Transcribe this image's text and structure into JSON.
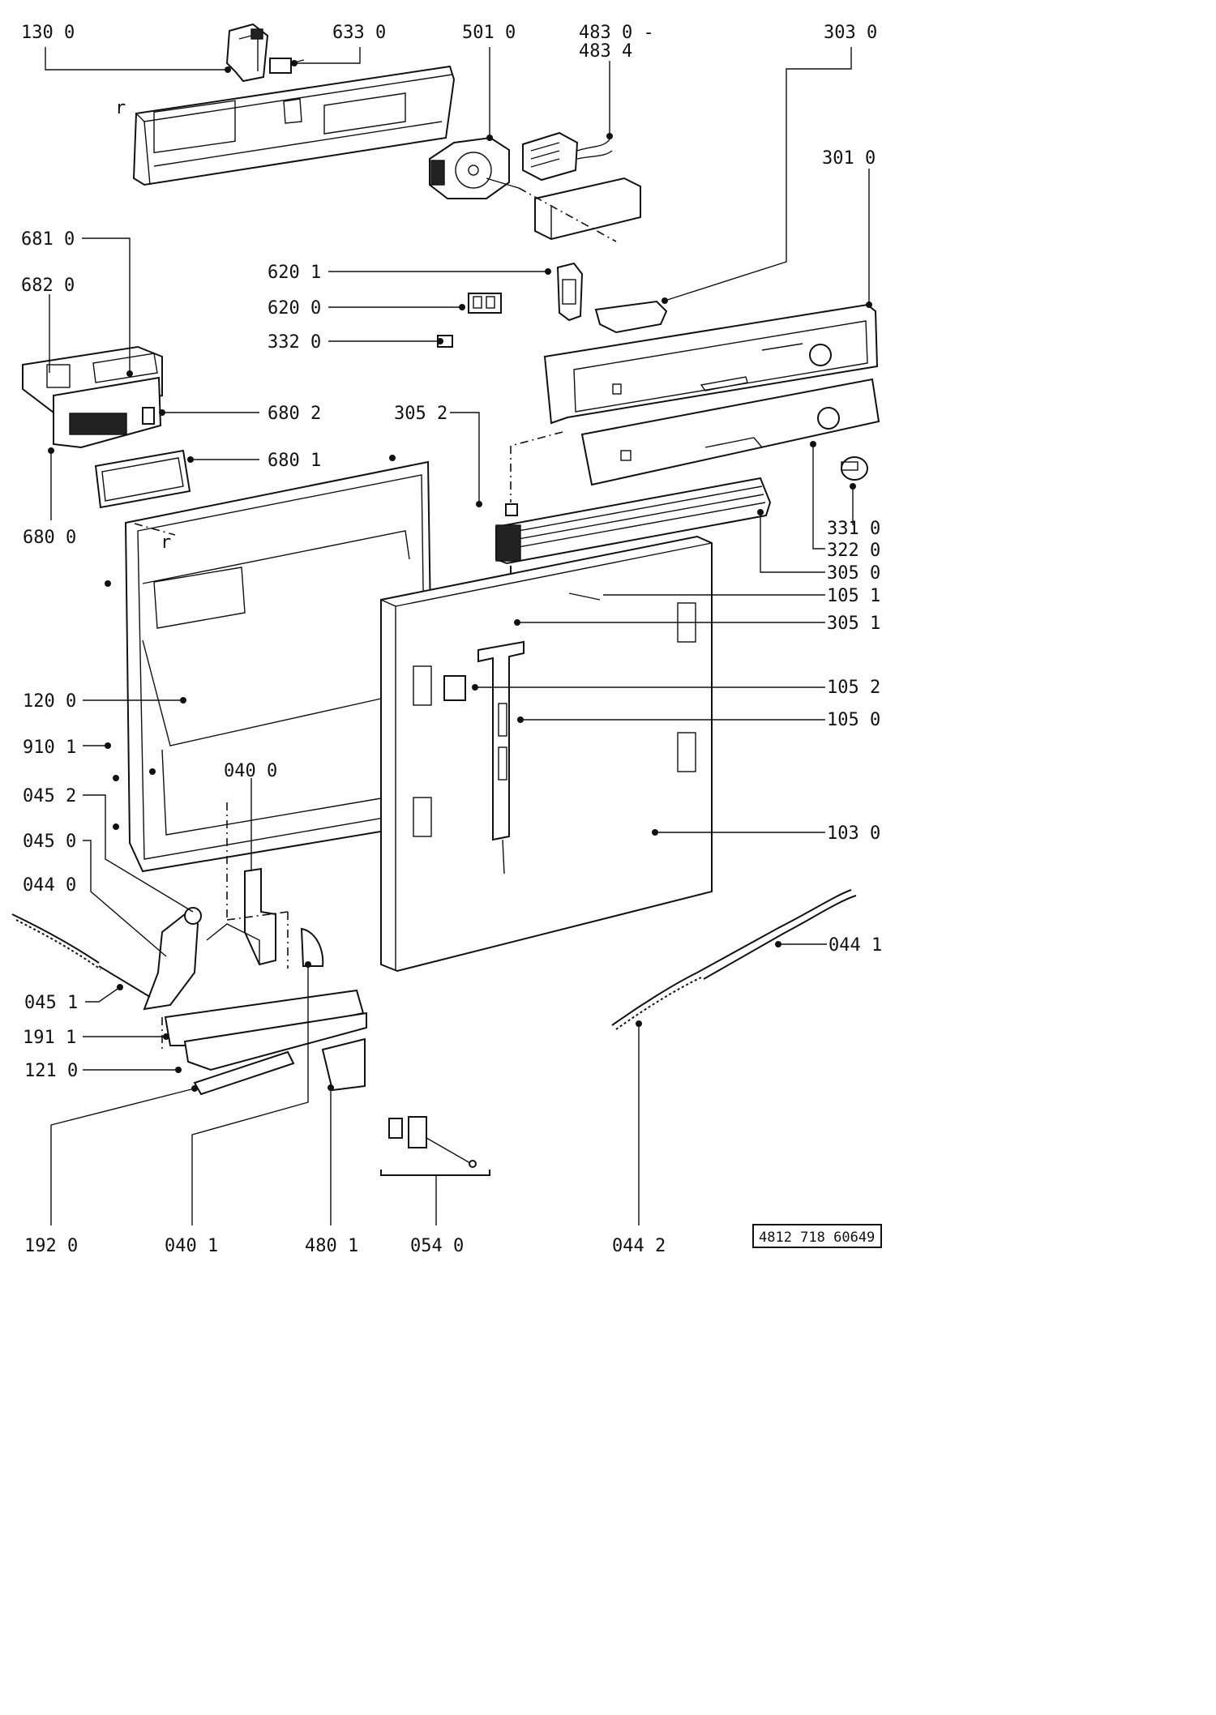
{
  "labels": {
    "l130_0": "130 0",
    "l633_0": "633 0",
    "l501_0": "501 0",
    "l483_0": "483 0 -",
    "l483_4": "483 4",
    "l303_0": "303 0",
    "l301_0": "301 0",
    "l681_0": "681 0",
    "l682_0": "682 0",
    "l620_1": "620 1",
    "l620_0": "620 0",
    "l332_0": "332 0",
    "l680_2": "680 2",
    "l305_2": "305 2",
    "l680_1": "680 1",
    "l680_0": "680 0",
    "l331_0": "331 0",
    "l322_0": "322 0",
    "l305_0": "305 0",
    "l105_1": "105 1",
    "l305_1": "305 1",
    "l105_2": "105 2",
    "l105_0": "105 0",
    "l120_0": "120 0",
    "l910_1": "910 1",
    "l040_0": "040 0",
    "l045_2": "045 2",
    "l045_0": "045 0",
    "l044_0": "044 0",
    "l103_0": "103 0",
    "l044_1": "044 1",
    "l045_1": "045 1",
    "l191_1": "191 1",
    "l121_0": "121 0",
    "l192_0": "192 0",
    "l040_1": "040 1",
    "l480_1": "480 1",
    "l054_0": "054 0",
    "l044_2": "044 2",
    "r_mark": "r"
  },
  "document_code": "4812 718 60649"
}
